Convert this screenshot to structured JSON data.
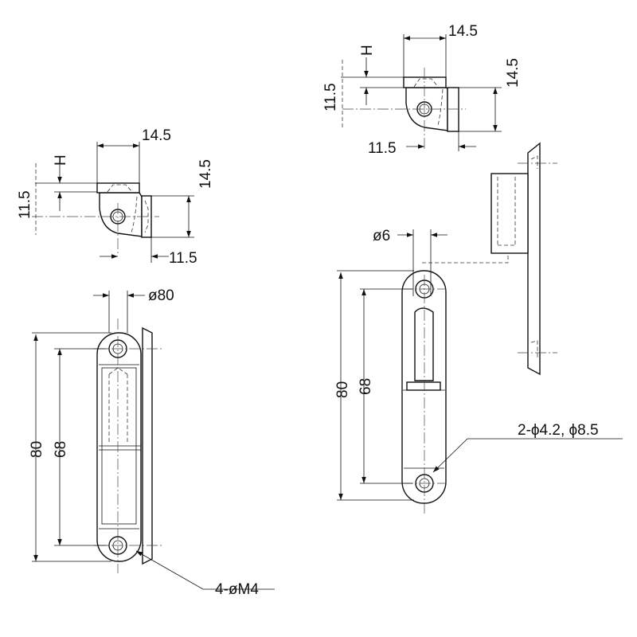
{
  "left_top_view": {
    "width_top": "14.5",
    "h_label": "H",
    "height_left": "11.5",
    "height_right": "14.5",
    "bottom_offset": "11.5"
  },
  "left_hinge": {
    "pin_dia": "ø80",
    "overall_length": "80",
    "hole_pitch": "68",
    "holes_note": "4-øM4"
  },
  "right_top_view": {
    "width_top": "14.5",
    "h_label": "H",
    "height_left": "11.5",
    "height_right": "14.5",
    "bottom_offset": "11.5"
  },
  "right_hinge": {
    "pin_dia": "ø6",
    "overall_length": "80",
    "hole_pitch": "68",
    "holes_note": "2-ϕ4.2, ϕ8.5"
  }
}
